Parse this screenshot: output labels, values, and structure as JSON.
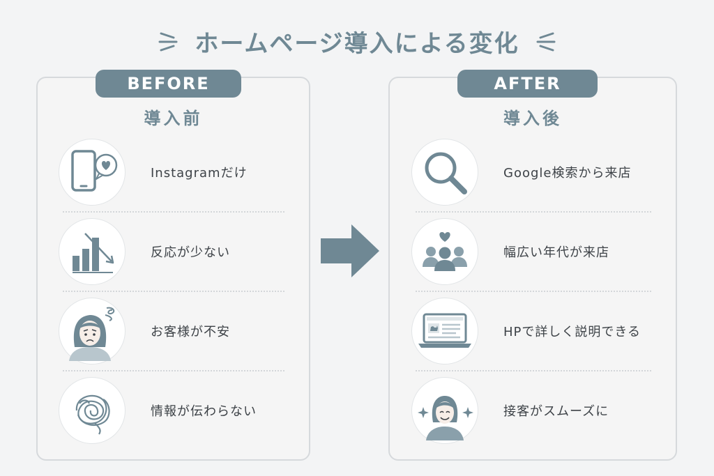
{
  "title": "ホームページ導入による変化",
  "before": {
    "badge": "BEFORE",
    "subtitle": "導入前",
    "items": [
      {
        "icon": "smartphone-heart-icon",
        "label": "Instagramだけ"
      },
      {
        "icon": "declining-chart-icon",
        "label": "反応が少ない"
      },
      {
        "icon": "worried-customer-icon",
        "label": "お客様が不安"
      },
      {
        "icon": "tangled-lines-icon",
        "label": "情報が伝わらない"
      }
    ]
  },
  "after": {
    "badge": "AFTER",
    "subtitle": "導入後",
    "items": [
      {
        "icon": "search-icon",
        "label": "Google検索から来店"
      },
      {
        "icon": "people-group-icon",
        "label": "幅広い年代が来店"
      },
      {
        "icon": "laptop-website-icon",
        "label": "HPで詳しく説明できる"
      },
      {
        "icon": "smiling-staff-icon",
        "label": "接客がスムーズに"
      }
    ]
  },
  "colors": {
    "accent": "#6f8894",
    "background": "#f3f4f5",
    "panel_border": "#d6d9dc",
    "text": "#3d4247"
  }
}
